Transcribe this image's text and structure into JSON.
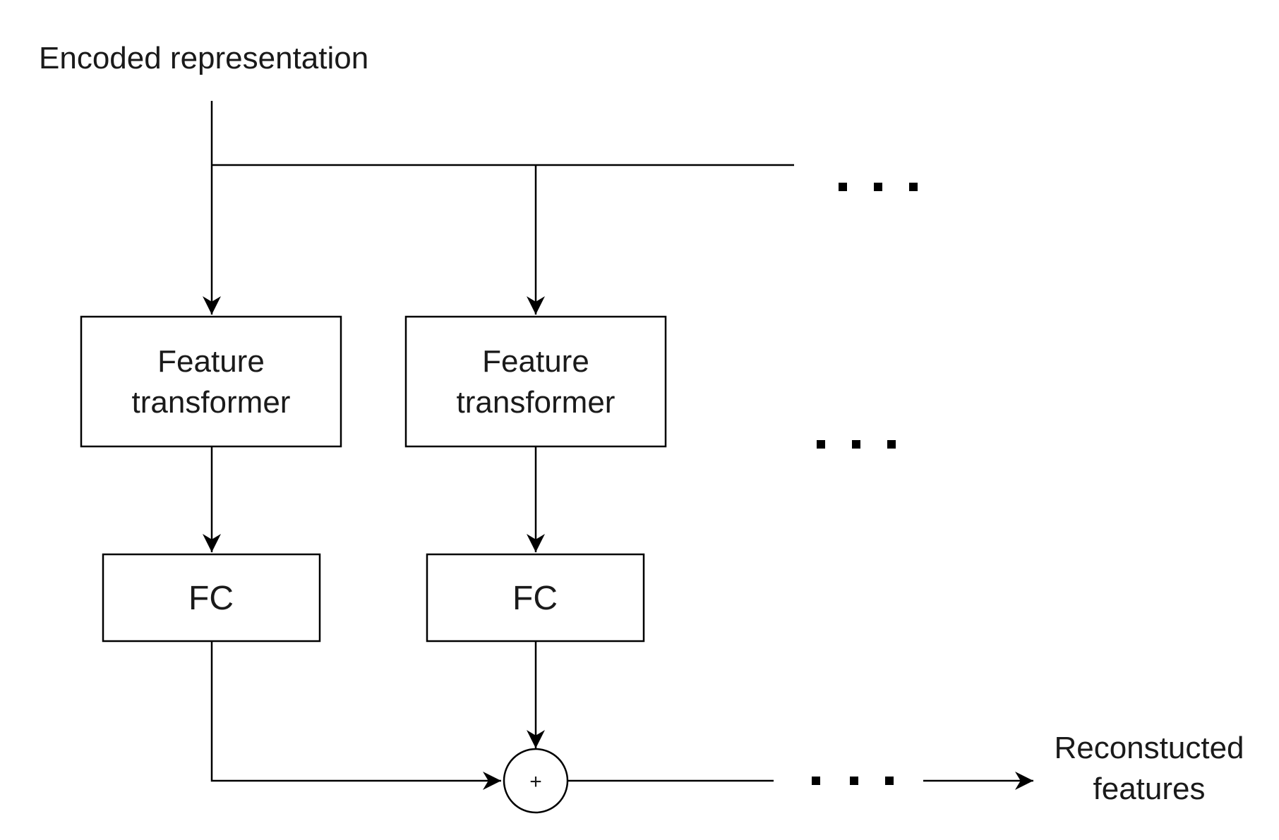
{
  "diagram": {
    "input_label": "Encoded representation",
    "output_label_line1": "Reconstucted",
    "output_label_line2": "features",
    "branches": [
      {
        "transformer_line1": "Feature",
        "transformer_line2": "transformer",
        "fc_label": "FC"
      },
      {
        "transformer_line1": "Feature",
        "transformer_line2": "transformer",
        "fc_label": "FC"
      }
    ],
    "sum_symbol": "+"
  }
}
